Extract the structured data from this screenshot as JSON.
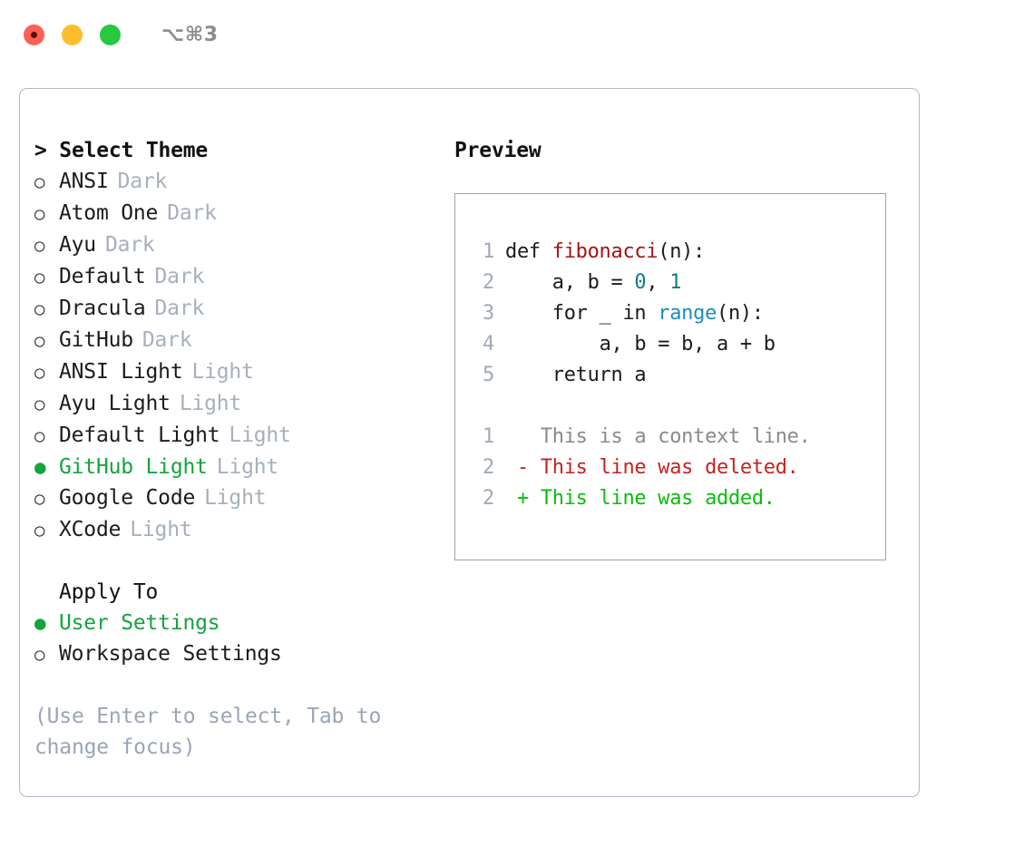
{
  "titlebar": {
    "shortcut": "⌥⌘3",
    "buttons": [
      {
        "name": "close",
        "color": "#ff5f57"
      },
      {
        "name": "minimize",
        "color": "#ffbd2e"
      },
      {
        "name": "zoom",
        "color": "#28c840"
      }
    ]
  },
  "theme_picker": {
    "header": "> Select Theme",
    "marker_unselected": "○",
    "marker_selected": "●",
    "options": [
      {
        "name": "ANSI",
        "kind": "Dark",
        "selected": false
      },
      {
        "name": "Atom One",
        "kind": "Dark",
        "selected": false
      },
      {
        "name": "Ayu",
        "kind": "Dark",
        "selected": false
      },
      {
        "name": "Default",
        "kind": "Dark",
        "selected": false
      },
      {
        "name": "Dracula",
        "kind": "Dark",
        "selected": false
      },
      {
        "name": "GitHub",
        "kind": "Dark",
        "selected": false
      },
      {
        "name": "ANSI Light",
        "kind": "Light",
        "selected": false
      },
      {
        "name": "Ayu Light",
        "kind": "Light",
        "selected": false
      },
      {
        "name": "Default Light",
        "kind": "Light",
        "selected": false
      },
      {
        "name": "GitHub Light",
        "kind": "Light",
        "selected": true
      },
      {
        "name": "Google Code",
        "kind": "Light",
        "selected": false
      },
      {
        "name": "XCode",
        "kind": "Light",
        "selected": false
      }
    ]
  },
  "apply_to": {
    "header": "Apply To",
    "options": [
      {
        "name": "User Settings",
        "selected": true
      },
      {
        "name": "Workspace Settings",
        "selected": false
      }
    ]
  },
  "hint": "(Use Enter to select, Tab to change focus)",
  "preview": {
    "title": "Preview",
    "code_lines": [
      {
        "no": "1",
        "indent": "",
        "parts": [
          {
            "t": "def ",
            "c": "plain"
          },
          {
            "t": "fibonacci",
            "c": "fn"
          },
          {
            "t": "(n):",
            "c": "plain"
          }
        ]
      },
      {
        "no": "2",
        "indent": "    ",
        "parts": [
          {
            "t": "a, b = ",
            "c": "plain"
          },
          {
            "t": "0",
            "c": "num"
          },
          {
            "t": ", ",
            "c": "plain"
          },
          {
            "t": "1",
            "c": "num"
          }
        ]
      },
      {
        "no": "3",
        "indent": "    ",
        "parts": [
          {
            "t": "for _ in ",
            "c": "plain"
          },
          {
            "t": "range",
            "c": "kw"
          },
          {
            "t": "(n):",
            "c": "plain"
          }
        ]
      },
      {
        "no": "4",
        "indent": "        ",
        "parts": [
          {
            "t": "a, b = b, a + b",
            "c": "plain"
          }
        ]
      },
      {
        "no": "5",
        "indent": "    ",
        "parts": [
          {
            "t": "return a",
            "c": "plain"
          }
        ]
      }
    ],
    "diff_lines": [
      {
        "no": "1",
        "sign": "  ",
        "text": "This is a context line.",
        "kind": "ctx"
      },
      {
        "no": "2",
        "sign": "- ",
        "text": "This line was deleted.",
        "kind": "del"
      },
      {
        "no": "2",
        "sign": "+ ",
        "text": "This line was added.",
        "kind": "add"
      }
    ]
  },
  "colors": {
    "accent_green": "#16a33e",
    "diff_add": "#0bbd0b",
    "diff_del": "#c62222",
    "token_function": "#a31515",
    "token_number": "#0f7b83",
    "token_keyword": "#1b8cc4",
    "muted": "#a6b0bd",
    "hint": "#9aa5b8",
    "panel_border": "#aeb8c4"
  }
}
